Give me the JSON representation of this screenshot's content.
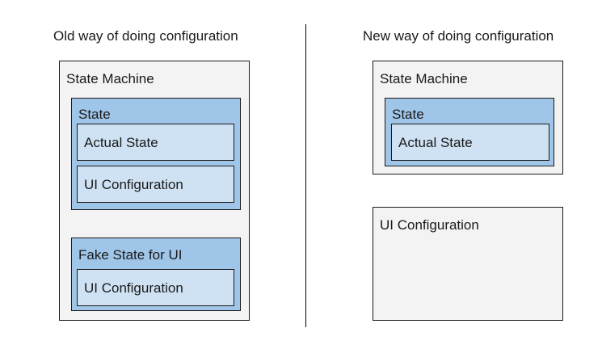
{
  "old": {
    "heading": "Old way of doing configuration",
    "state_machine_label": "State Machine",
    "state_label": "State",
    "actual_state_label": "Actual State",
    "ui_config_label": "UI Configuration",
    "fake_state_label": "Fake State for UI",
    "fake_ui_config_label": "UI Configuration"
  },
  "new": {
    "heading": "New way of doing configuration",
    "state_machine_label": "State Machine",
    "state_label": "State",
    "actual_state_label": "Actual State",
    "ui_config_label": "UI Configuration"
  },
  "colors": {
    "machine_fill": "#f3f3f3",
    "state_fill": "#9fc5e8",
    "inner_fill": "#cfe2f3",
    "border": "#1a1a1a"
  }
}
